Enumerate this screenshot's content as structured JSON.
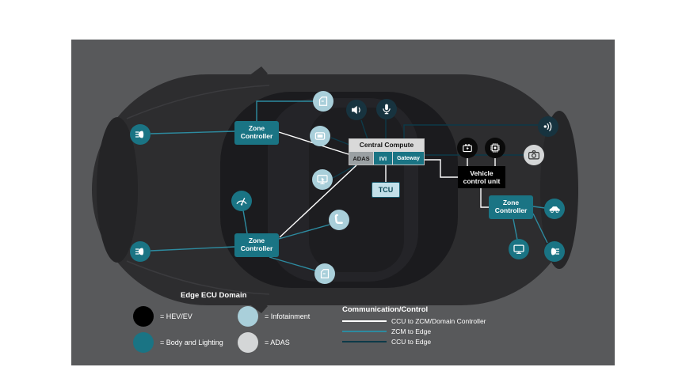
{
  "background": {
    "page": "#ffffff",
    "stage": "#58595b"
  },
  "boxes": {
    "zone_controller": "Zone Controller",
    "central_compute": {
      "title": "Central Compute",
      "adas": "ADAS",
      "ivi": "IVI",
      "gateway": "Gateway"
    },
    "tcu": "TCU",
    "vehicle_control_unit": "Vehicle control unit"
  },
  "icons": [
    {
      "name": "headlight-left-top-icon",
      "color": "#1a7484"
    },
    {
      "name": "headlight-left-bottom-icon",
      "color": "#1a7484"
    },
    {
      "name": "wiper-icon",
      "color": "#1a7484"
    },
    {
      "name": "door-top-icon",
      "color": "#a9cfda"
    },
    {
      "name": "speaker-icon",
      "color": "#17333f"
    },
    {
      "name": "microphone-icon",
      "color": "#17333f"
    },
    {
      "name": "tablet-display-icon",
      "color": "#a9cfda"
    },
    {
      "name": "touch-display-icon",
      "color": "#a9cfda"
    },
    {
      "name": "seat-icon",
      "color": "#a9cfda"
    },
    {
      "name": "door-bottom-icon",
      "color": "#a9cfda"
    },
    {
      "name": "ev-battery-icon",
      "color": "#0a0a0a"
    },
    {
      "name": "chip-icon",
      "color": "#0a0a0a"
    },
    {
      "name": "sound-waves-icon",
      "color": "#17333f"
    },
    {
      "name": "camera-icon",
      "color": "#d4d6d7"
    },
    {
      "name": "car-side-icon",
      "color": "#1a7484"
    },
    {
      "name": "monitor-icon",
      "color": "#1a7484"
    },
    {
      "name": "taillight-icon",
      "color": "#1a7484"
    }
  ],
  "legend": {
    "edge_title": "Edge ECU Domain",
    "domains": [
      {
        "label": "= HEV/EV",
        "color": "#000000"
      },
      {
        "label": "= Body and Lighting",
        "color": "#1a7484"
      },
      {
        "label": "= Infotainment",
        "color": "#a9cfda"
      },
      {
        "label": "= ADAS",
        "color": "#d4d6d7"
      }
    ],
    "comm_title": "Communication/Control",
    "comm": [
      {
        "label": "CCU to ZCM/Domain Controller",
        "color": "#ffffff"
      },
      {
        "label": "ZCM to Edge",
        "color": "#2d8ba0"
      },
      {
        "label": "CCU to Edge",
        "color": "#0d3a49"
      }
    ]
  }
}
